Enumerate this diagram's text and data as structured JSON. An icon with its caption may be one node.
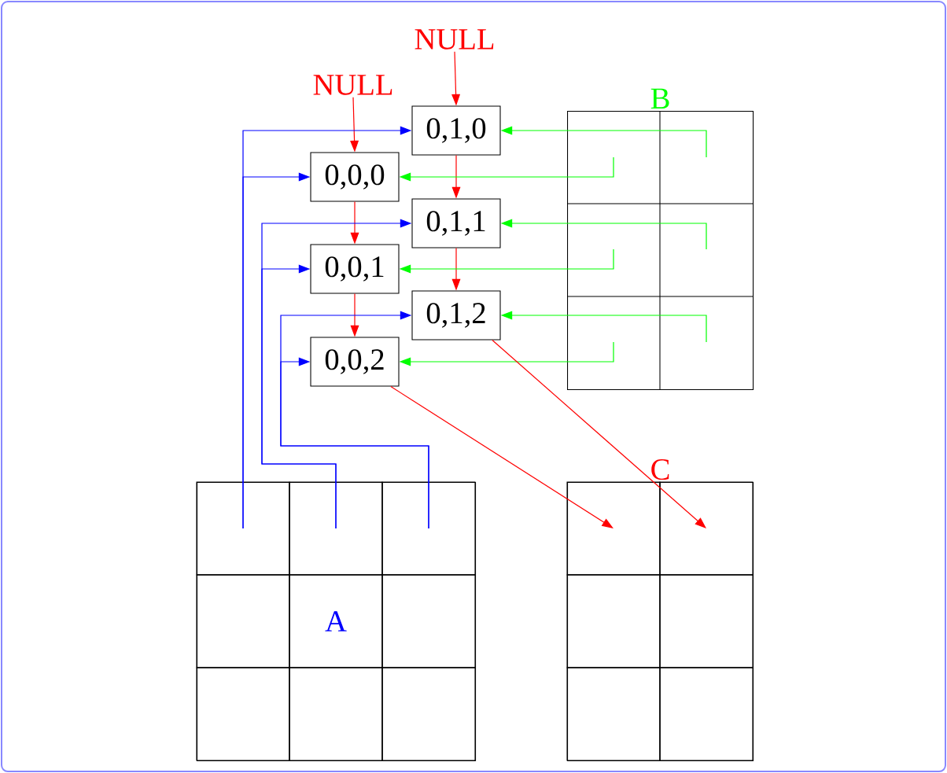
{
  "diagram": {
    "nodes": [
      {
        "text": [
          "NULL"
        ]
      },
      {
        "text": [
          "NULL"
        ]
      },
      {
        "text": [
          "0,1,0"
        ]
      },
      {
        "text": [
          "0,0,0"
        ]
      },
      {
        "text": [
          "0,1,1"
        ]
      },
      {
        "text": [
          "0,0,1"
        ]
      },
      {
        "text": [
          "0,1,2"
        ]
      },
      {
        "text": [
          "0,0,2"
        ]
      },
      {
        "text": [
          "B"
        ]
      },
      {
        "text": [
          "C"
        ]
      },
      {
        "text": [],
        "shape": "box",
        "in": 9
      },
      {
        "text": [],
        "shape": "box",
        "in": 9
      },
      {
        "text": [],
        "shape": "box",
        "in": 9
      },
      {
        "text": [],
        "shape": "box",
        "in": 9
      },
      {
        "text": [],
        "shape": "box",
        "in": 9
      },
      {
        "text": [],
        "shape": "box",
        "in": 9
      },
      {
        "text": [],
        "shape": "box"
      },
      {
        "text": [],
        "shape": "box",
        "in": 16
      },
      {
        "text": [],
        "shape": "box",
        "in": 16
      },
      {
        "text": [],
        "shape": "box",
        "in": 16
      },
      {
        "text": [],
        "shape": "box",
        "in": 16
      },
      {
        "text": [
          "A"
        ],
        "in": 16
      },
      {
        "text": [],
        "shape": "box",
        "in": 16
      },
      {
        "text": [],
        "shape": "box",
        "in": 16
      },
      {
        "text": [],
        "shape": "box",
        "in": 16
      },
      {
        "text": [],
        "shape": "box",
        "in": 16
      }
    ],
    "edges": [
      {
        "from": 0,
        "to": 2,
        "arrow": "to"
      },
      {
        "from": 1,
        "to": 3,
        "arrow": "to"
      },
      {
        "from": 2,
        "to": 4,
        "arrow": "to"
      },
      {
        "from": 4,
        "to": 6,
        "arrow": "to"
      },
      {
        "from": 3,
        "to": 5,
        "arrow": "to"
      },
      {
        "from": 5,
        "to": 7,
        "arrow": "to"
      },
      {
        "from": 17,
        "to": 2,
        "arrow": "to",
        "color": "#0000ff"
      },
      {
        "from": 17,
        "to": 3,
        "arrow": "to",
        "color": "#0000ff"
      },
      {
        "from": 18,
        "to": 4,
        "arrow": "to",
        "color": "#0000ff"
      },
      {
        "from": 18,
        "to": 5,
        "arrow": "to",
        "color": "#0000ff"
      },
      {
        "from": 19,
        "to": 6,
        "arrow": "to",
        "color": "#0000ff"
      },
      {
        "from": 19,
        "to": 7,
        "arrow": "to",
        "color": "#0000ff"
      },
      {
        "from": 8,
        "to": 3,
        "arrow": "to",
        "color": "#00ff00"
      },
      {
        "from": 8,
        "to": 2,
        "arrow": "to",
        "color": "#00ff00"
      },
      {
        "from": 8,
        "to": 5,
        "arrow": "to",
        "color": "#00ff00"
      },
      {
        "from": 8,
        "to": 4,
        "arrow": "to",
        "color": "#00ff00"
      },
      {
        "from": 8,
        "to": 7,
        "arrow": "to",
        "color": "#00ff00"
      },
      {
        "from": 8,
        "to": 6,
        "arrow": "to",
        "color": "#00ff00"
      },
      {
        "from": 7,
        "to": 10,
        "arrow": "to"
      },
      {
        "from": 6,
        "to": 11,
        "arrow": "to"
      }
    ]
  }
}
